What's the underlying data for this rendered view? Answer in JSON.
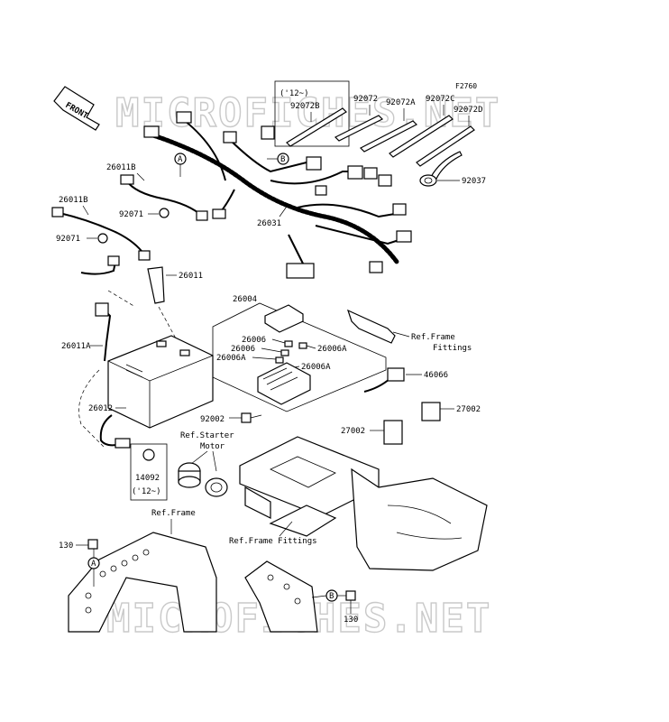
{
  "figure_code": "F2760",
  "watermark": "MICROFICHES.NET",
  "front_label": "FRONT",
  "year_note": "('12~)",
  "parts": {
    "p92072B": "92072B",
    "p92072": "92072",
    "p92072A": "92072A",
    "p92072C": "92072C",
    "p92072D": "92072D",
    "p92037": "92037",
    "p26011B_a": "26011B",
    "p26011B_b": "26011B",
    "p92071_a": "92071",
    "p92071_b": "92071",
    "p26031": "26031",
    "p26011": "26011",
    "p26004": "26004",
    "p26006_a": "26006",
    "p26006_b": "26006",
    "p26006A_a": "26006A",
    "p26006A_b": "26006A",
    "p26006A_c": "26006A",
    "p26011A": "26011A",
    "p46066": "46066",
    "p27002_a": "27002",
    "p27002_b": "27002",
    "p26012": "26012",
    "p92002": "92002",
    "p14092": "14092",
    "p130_a": "130",
    "p130_b": "130"
  },
  "refs": {
    "frame_fittings_1a": "Ref.Frame",
    "frame_fittings_1b": "Fittings",
    "starter_a": "Ref.Starter",
    "starter_b": "Motor",
    "frame": "Ref.Frame",
    "frame_fittings_2": "Ref.Frame Fittings"
  },
  "markers": {
    "a": "A",
    "b": "B"
  }
}
